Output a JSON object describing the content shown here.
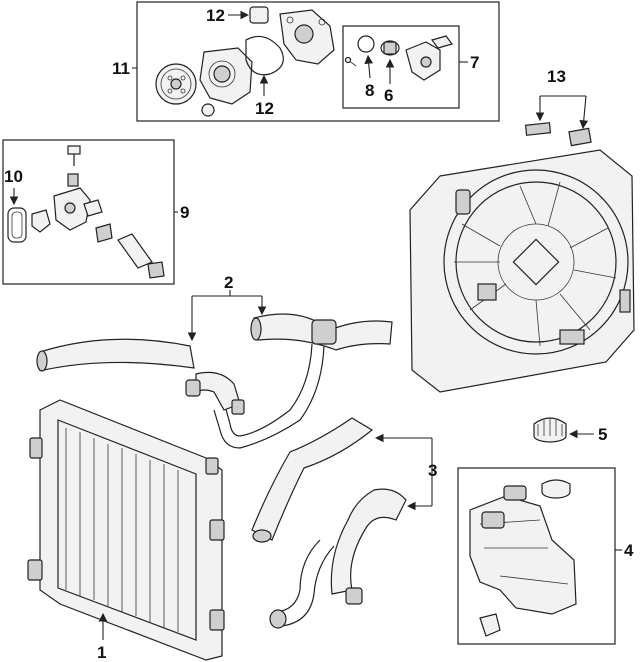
{
  "callouts": {
    "c1": "1",
    "c2": "2",
    "c3": "3",
    "c4": "4",
    "c5": "5",
    "c6": "6",
    "c7": "7",
    "c8": "8",
    "c9": "9",
    "c10": "10",
    "c11": "11",
    "c12a": "12",
    "c12b": "12",
    "c13": "13"
  },
  "parts": {
    "radiator": "radiator-icon",
    "hoses": "coolant-hose-icon",
    "fan": "fan-shroud-icon",
    "cap": "radiator-cap-icon",
    "reservoir": "coolant-reservoir-icon",
    "water_pump": "water-pump-icon",
    "thermostat": "thermostat-icon"
  }
}
